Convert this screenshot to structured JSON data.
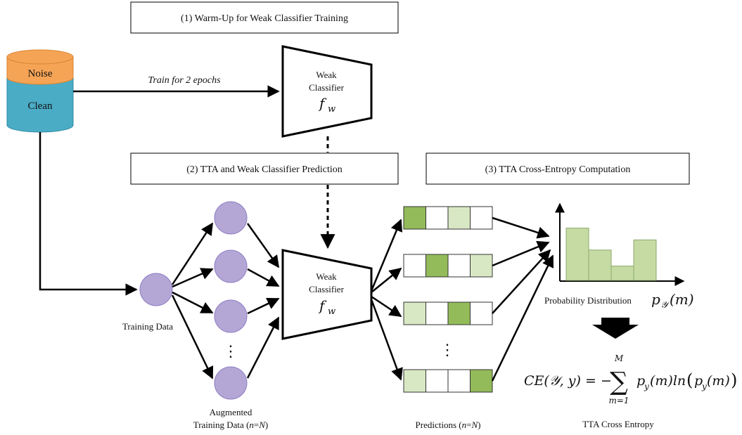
{
  "steps": {
    "warmup_title": "(1) Warm-Up for Weak Classifier Training",
    "tta_title": "(2) TTA and Weak Classifier Prediction",
    "ce_title": "(3) TTA Cross-Entropy Computation"
  },
  "dataset": {
    "noise_label": "Noise",
    "clean_label": "Clean",
    "noise_color": "#f5a456",
    "clean_color": "#4bacc6"
  },
  "train_edge_label": "Train for 2 epochs",
  "classifier": {
    "line1": "Weak",
    "line2": "Classifier",
    "symbol": "f",
    "subscript": "w"
  },
  "training_data_label": "Training Data",
  "augmented": {
    "line1": "Augmented",
    "line2_prefix": "Training Data (",
    "n": "n",
    "eq": "=",
    "N": "N",
    "suffix": ")",
    "dots": "⋮"
  },
  "predictions": {
    "label_prefix": "Predictions (",
    "n": "n",
    "eq": "=",
    "N": "N",
    "suffix": ")",
    "dots": "⋮",
    "rows": [
      [
        3,
        0,
        1,
        0
      ],
      [
        0,
        3,
        0,
        1
      ],
      [
        1,
        0,
        3,
        0
      ],
      [
        1,
        0,
        0,
        3
      ]
    ],
    "shade_colors": [
      "#ffffff",
      "#d8e8c4",
      "#e6f0da",
      "#93bb5a"
    ]
  },
  "histogram": {
    "values": [
      0.62,
      0.36,
      0.17,
      0.48
    ],
    "bar_color": "#c6dba4",
    "label": "Probability Distribution",
    "math": "p",
    "math_sub": "𝒴",
    "math_arg": "(m)"
  },
  "formula": {
    "lhs": "CE(𝒴, y) = −",
    "sum_top": "M",
    "sum_bottom": "m=1",
    "rhs": "p",
    "rhs_sub": "y",
    "rhs_mid": "(m)ln",
    "rhs_paren_p": "p",
    "rhs_paren_sub": "y",
    "rhs_paren_arg": "(m)",
    "caption": "TTA Cross Entropy"
  },
  "colors": {
    "node_fill": "#b4a7d6",
    "node_stroke": "#8e7cc3",
    "accent_dark": "#000000"
  }
}
